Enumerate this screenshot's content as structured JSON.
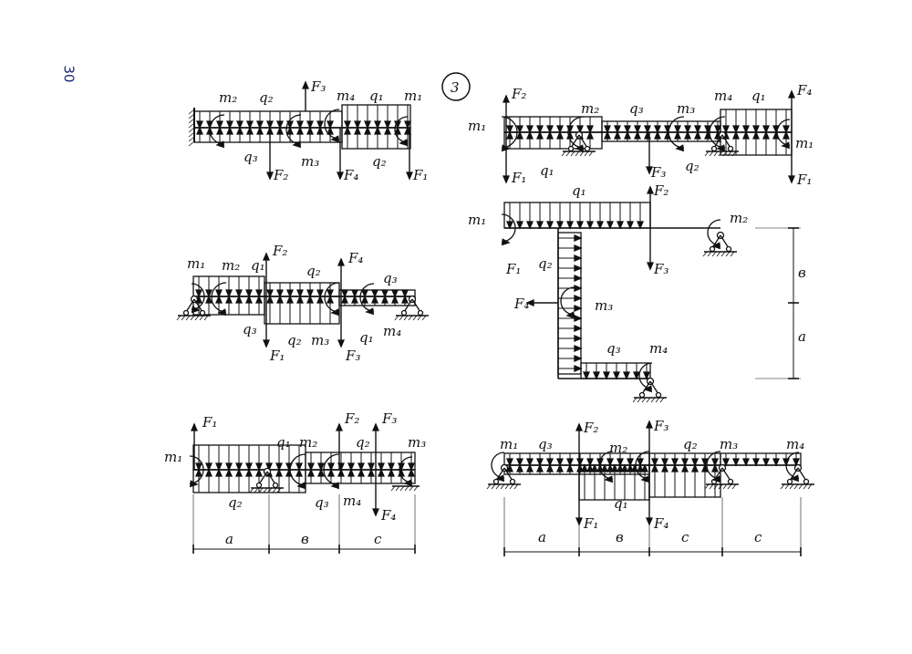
{
  "page_number": "30",
  "variant_number": "3",
  "diagram1": {
    "labels": [
      "m₂",
      "q₂",
      "F₃",
      "m₄",
      "q₁",
      "m₁",
      "q₃",
      "F₂",
      "m₃",
      "F₄",
      "q₂",
      "F₁"
    ]
  },
  "diagram2": {
    "labels": [
      "m₁",
      "m₂",
      "q₁",
      "F₂",
      "q₂",
      "F₄",
      "q₃",
      "q₃",
      "q₂",
      "m₃",
      "q₁",
      "m₄",
      "F₁",
      "F₃"
    ]
  },
  "diagram3": {
    "labels": [
      "F₁",
      "q₁",
      "m₁",
      "m₂",
      "F₂",
      "q₂",
      "F₃",
      "m₃",
      "q₂",
      "q₃",
      "m₄",
      "F₄"
    ],
    "dimensions": [
      "a",
      "в",
      "c"
    ]
  },
  "diagram4": {
    "labels": [
      "F₂",
      "m₁",
      "m₂",
      "q₃",
      "m₃",
      "m₄",
      "q₁",
      "F₄",
      "m₁",
      "F₁",
      "q₁",
      "F₃",
      "q₂",
      "F₁"
    ]
  },
  "diagram5": {
    "labels": [
      "q₁",
      "F₂",
      "m₁",
      "m₂",
      "F₁",
      "F₃",
      "q₂",
      "F₄",
      "m₃",
      "q₃",
      "m₄"
    ],
    "dimensions": [
      "в",
      "a"
    ]
  },
  "diagram6": {
    "labels": [
      "m₁",
      "q₃",
      "F₂",
      "m₂",
      "F₃",
      "q₂",
      "m₃",
      "m₄",
      "q₁",
      "F₁",
      "F₄"
    ],
    "dimensions": [
      "a",
      "в",
      "c",
      "c"
    ]
  }
}
